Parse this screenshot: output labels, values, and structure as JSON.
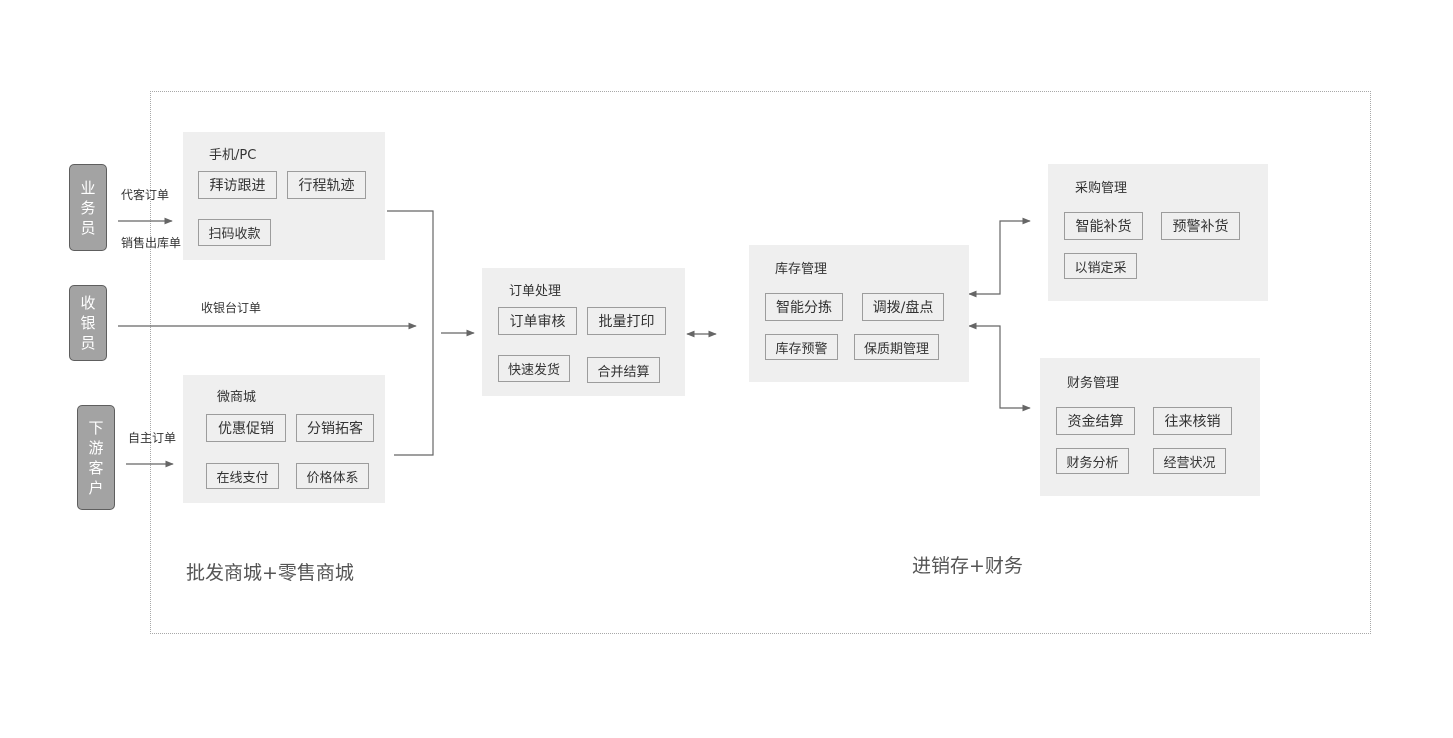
{
  "actors": {
    "salesperson": "业务员",
    "cashier": "收银员",
    "downstream": "下游客户"
  },
  "flow_labels": {
    "proxy_order": "代客订单",
    "sales_outbound": "销售出库单",
    "cashier_order": "收银台订单",
    "self_order": "自主订单"
  },
  "panels": {
    "mobile_pc": {
      "title": "手机/PC",
      "items": [
        "拜访跟进",
        "行程轨迹",
        "扫码收款"
      ]
    },
    "micro_mall": {
      "title": "微商城",
      "items": [
        "优惠促销",
        "分销拓客",
        "在线支付",
        "价格体系"
      ]
    },
    "order_processing": {
      "title": "订单处理",
      "items": [
        "订单审核",
        "批量打印",
        "快速发货",
        "合并结算"
      ]
    },
    "inventory": {
      "title": "库存管理",
      "items": [
        "智能分拣",
        "调拨/盘点",
        "库存预警",
        "保质期管理"
      ]
    },
    "purchasing": {
      "title": "采购管理",
      "items": [
        "智能补货",
        "预警补货",
        "以销定采"
      ]
    },
    "finance": {
      "title": "财务管理",
      "items": [
        "资金结算",
        "往来核销",
        "财务分析",
        "经营状况"
      ]
    }
  },
  "sections": {
    "left": "批发商城+零售商城",
    "right": "进销存+财务"
  },
  "colors": {
    "panel_bg": "#efefef",
    "actor_bg": "#a3a3a3",
    "line": "#666666",
    "frame": "#a8a8a8"
  }
}
